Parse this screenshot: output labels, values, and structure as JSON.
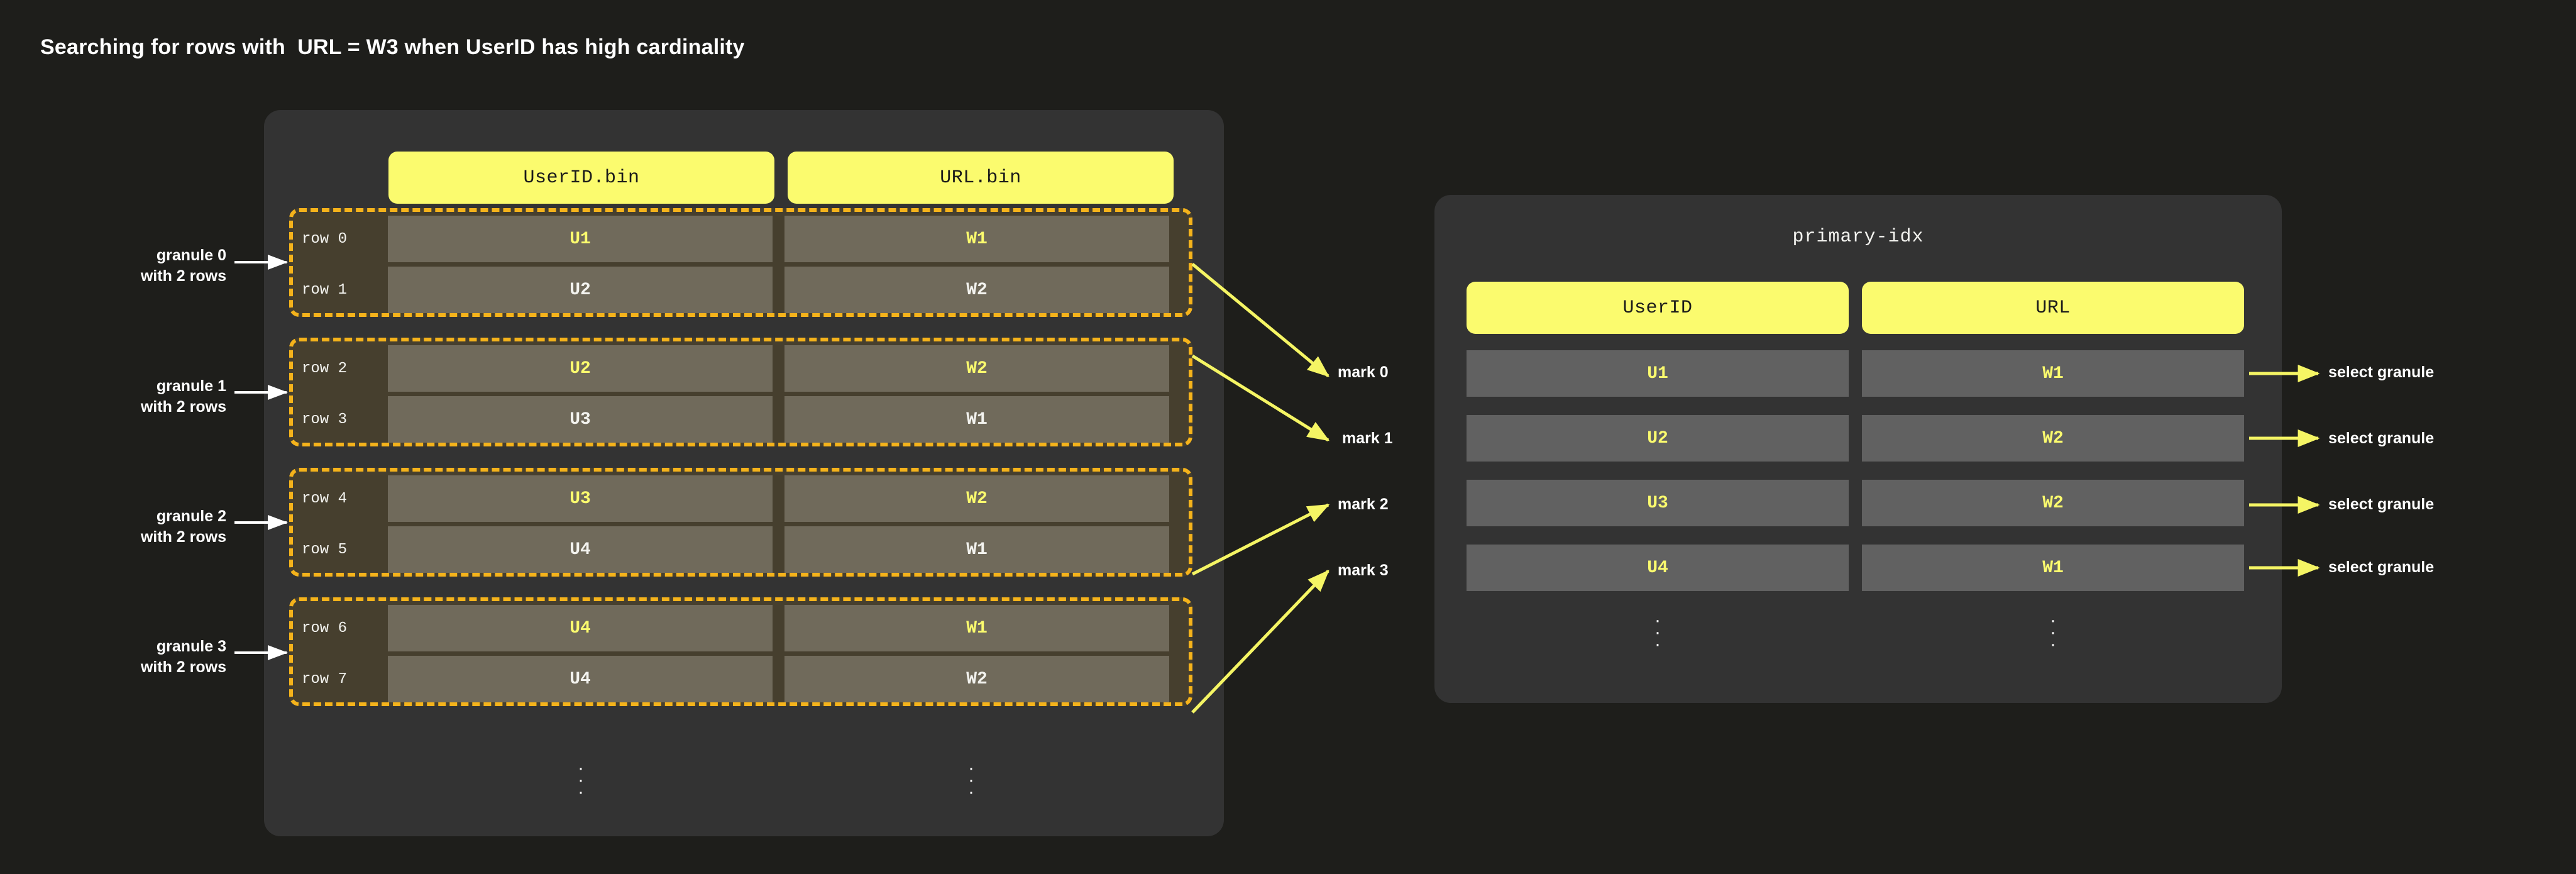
{
  "title": "Searching for rows with  URL = W3 when UserID has high cardinality",
  "parts": {
    "columns": [
      {
        "label": "UserID.bin"
      },
      {
        "label": "URL.bin"
      }
    ],
    "granules": [
      {
        "note_line1": "granule 0",
        "note_line2": "with 2 rows",
        "rows": [
          {
            "row_label": "row 0",
            "userid": "U1",
            "url": "W1",
            "highlight": true
          },
          {
            "row_label": "row 1",
            "userid": "U2",
            "url": "W2",
            "highlight": false
          }
        ]
      },
      {
        "note_line1": "granule 1",
        "note_line2": "with 2 rows",
        "rows": [
          {
            "row_label": "row 2",
            "userid": "U2",
            "url": "W2",
            "highlight": true
          },
          {
            "row_label": "row 3",
            "userid": "U3",
            "url": "W1",
            "highlight": false
          }
        ]
      },
      {
        "note_line1": "granule 2",
        "note_line2": "with 2 rows",
        "rows": [
          {
            "row_label": "row 4",
            "userid": "U3",
            "url": "W2",
            "highlight": true
          },
          {
            "row_label": "row 5",
            "userid": "U4",
            "url": "W1",
            "highlight": false
          }
        ]
      },
      {
        "note_line1": "granule 3",
        "note_line2": "with 2 rows",
        "rows": [
          {
            "row_label": "row 6",
            "userid": "U4",
            "url": "W1",
            "highlight": true
          },
          {
            "row_label": "row 7",
            "userid": "U4",
            "url": "W2",
            "highlight": false
          }
        ]
      }
    ],
    "ellipsis": "⋮"
  },
  "marks": [
    {
      "label": "mark 0"
    },
    {
      "label": "mark 1"
    },
    {
      "label": "mark 2"
    },
    {
      "label": "mark 3"
    }
  ],
  "index": {
    "title": "primary-idx",
    "columns": [
      {
        "label": "UserID"
      },
      {
        "label": "URL"
      }
    ],
    "rows": [
      {
        "userid": "U1",
        "url": "W1"
      },
      {
        "userid": "U2",
        "url": "W2"
      },
      {
        "userid": "U3",
        "url": "W2"
      },
      {
        "userid": "U4",
        "url": "W1"
      }
    ],
    "ellipsis": "⋮"
  },
  "select_labels": [
    {
      "label": "select granule"
    },
    {
      "label": "select granule"
    },
    {
      "label": "select granule"
    },
    {
      "label": "select granule"
    }
  ],
  "colors": {
    "page_background": "#1e1e1b",
    "panel_background": "#333333",
    "accent_yellow": "#fbfb6e",
    "granule_border": "#f5b31b",
    "granule_background": "#463f2e",
    "cell_background": "#706a5b",
    "index_cell_background": "#616161",
    "text_primary": "#ffffff"
  }
}
